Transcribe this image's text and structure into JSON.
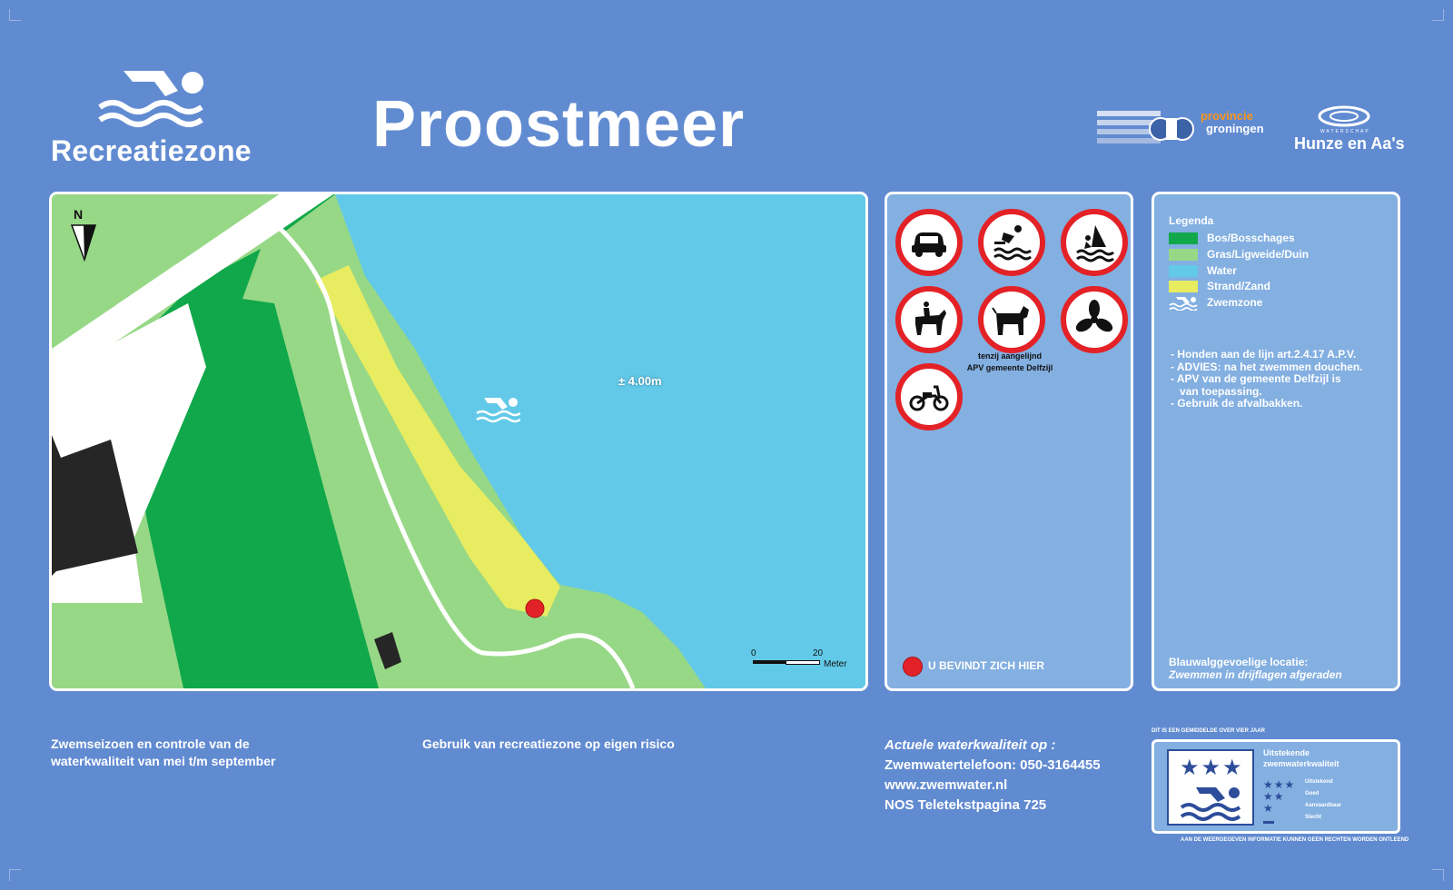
{
  "header": {
    "logo_text": "Recreatiezone",
    "title": "Proostmeer",
    "partner_logos": [
      {
        "line1": "provincie",
        "line2": "groningen"
      },
      {
        "line1": "WATERSCHAP",
        "line2": "Hunze en Aa's"
      }
    ]
  },
  "map": {
    "north_label": "N",
    "depth_label": "± 4.00m",
    "scale": {
      "start": "0",
      "end": "20",
      "unit": "Meter"
    },
    "colors": {
      "forest": "#10a84a",
      "grass": "#97d887",
      "water": "#62c9e8",
      "sand": "#e8ec60",
      "road": "#ffffff",
      "building": "#262626"
    }
  },
  "signs": {
    "icons": [
      "no-cars-icon",
      "no-diving-icon",
      "no-surfing-icon",
      "no-horses-icon",
      "no-dogs-icon",
      "no-motorboats-icon",
      "no-mopeds-icon"
    ],
    "dog_note_line1": "tenzij aangelijnd",
    "dog_note_line2": "APV gemeente Delfzijl",
    "you_are_here": "U BEVINDT ZICH HIER",
    "colors": {
      "ring": "#e32227"
    }
  },
  "legend": {
    "title": "Legenda",
    "items": [
      {
        "label": "Bos/Bosschages",
        "color": "#10a84a"
      },
      {
        "label": "Gras/Ligweide/Duin",
        "color": "#97d887"
      },
      {
        "label": "Water",
        "color": "#62c9e8"
      },
      {
        "label": "Strand/Zand",
        "color": "#e8ec60"
      },
      {
        "label": "Zwemzone",
        "icon": "swimmer-icon"
      }
    ],
    "notes": "- Honden aan de lijn art.2.4.17 A.P.V.\n- ADVIES: na het zwemmen douchen.\n- APV van de gemeente Delfzijl is\n   van toepassing.\n- Gebruik de afvalbakken.",
    "bluealgae_line1": "Blauwalggevoelige locatie:",
    "bluealgae_line2": "Zwemmen in drijflagen afgeraden"
  },
  "footer": {
    "season_line1": "Zwemseizoen en controle van de",
    "season_line2": "waterkwaliteit van mei t/m september",
    "risk": "Gebruik van recreatiezone op eigen risico",
    "quality_heading": "Actuele waterkwaliteit op :",
    "phone": "Zwemwatertelefoon: 050-3164455",
    "website": "www.zwemwater.nl",
    "teletext": "NOS Teletekstpagina 725"
  },
  "award": {
    "header": "DIT IS EEN   GEMIDDELDE OVER VIER JAAR",
    "rating_line1": "Uitstekende",
    "rating_line2": "zwemwaterkwaliteit",
    "scale": [
      "Uitstekend",
      "Goed",
      "Aanvaardbaar",
      "Slecht"
    ],
    "stars": 3,
    "disclaimer": "AAN DE WEERGEGEVEN INFORMATIE KUNNEN GEEN RECHTEN WORDEN ONTLEEND"
  }
}
